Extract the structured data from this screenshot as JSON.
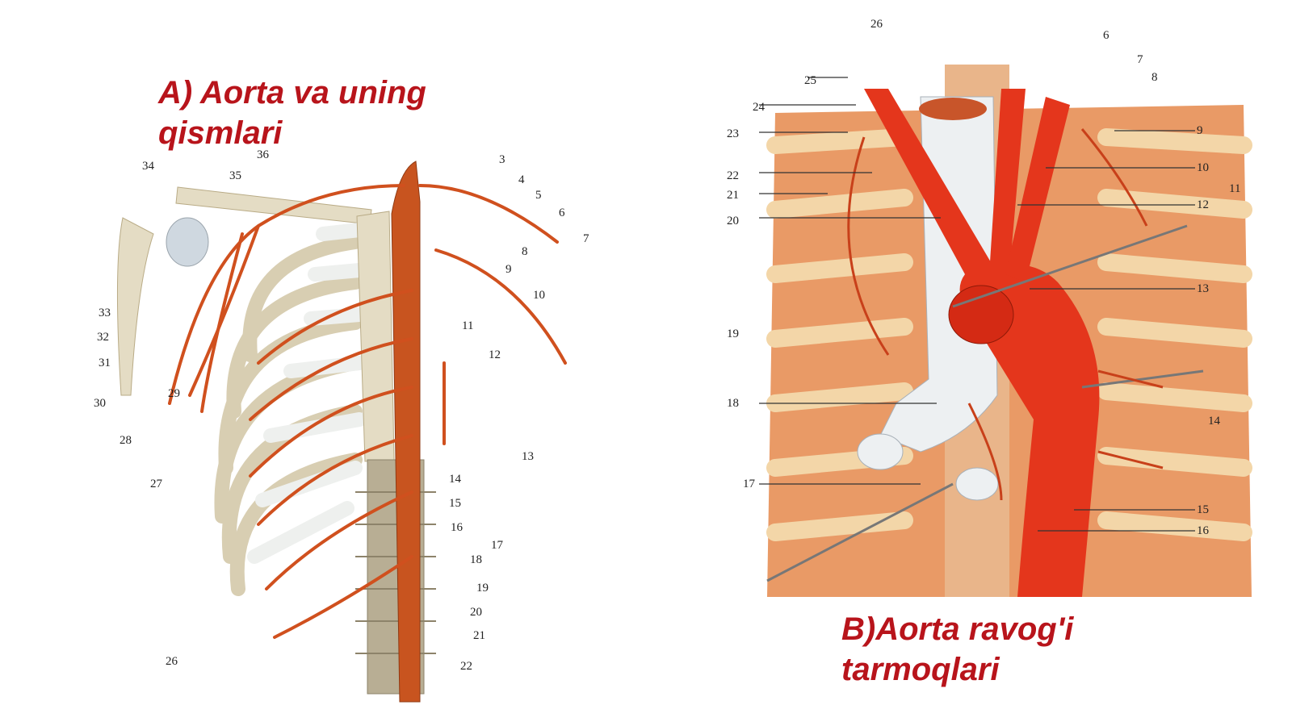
{
  "captions": {
    "a_line1": "A) Aorta va uning",
    "a_line2": "qismlari",
    "b_line1": "B)Aorta ravog'i",
    "b_line2": "tarmoqlari"
  },
  "colors": {
    "caption": "#b8141b",
    "artery": "#d0501e",
    "bone": "#e4dcc4",
    "cartilage": "#eef0ee",
    "muscle": "#e99a66",
    "trachea": "#edf0f2",
    "aorta_b": "#e4361c"
  },
  "panel_a": {
    "labels": [
      "36",
      "3",
      "4",
      "5",
      "6",
      "7",
      "8",
      "9",
      "10",
      "11",
      "12",
      "13",
      "14",
      "15",
      "16",
      "17",
      "18",
      "19",
      "20",
      "21",
      "22",
      "26",
      "27",
      "28",
      "29",
      "30",
      "31",
      "32",
      "33",
      "34",
      "35"
    ]
  },
  "panel_b": {
    "labels": [
      "26",
      "6",
      "7",
      "8",
      "25",
      "24",
      "23",
      "9",
      "22",
      "10",
      "21",
      "11",
      "12",
      "20",
      "13",
      "19",
      "14",
      "18",
      "15",
      "17",
      "16"
    ]
  }
}
